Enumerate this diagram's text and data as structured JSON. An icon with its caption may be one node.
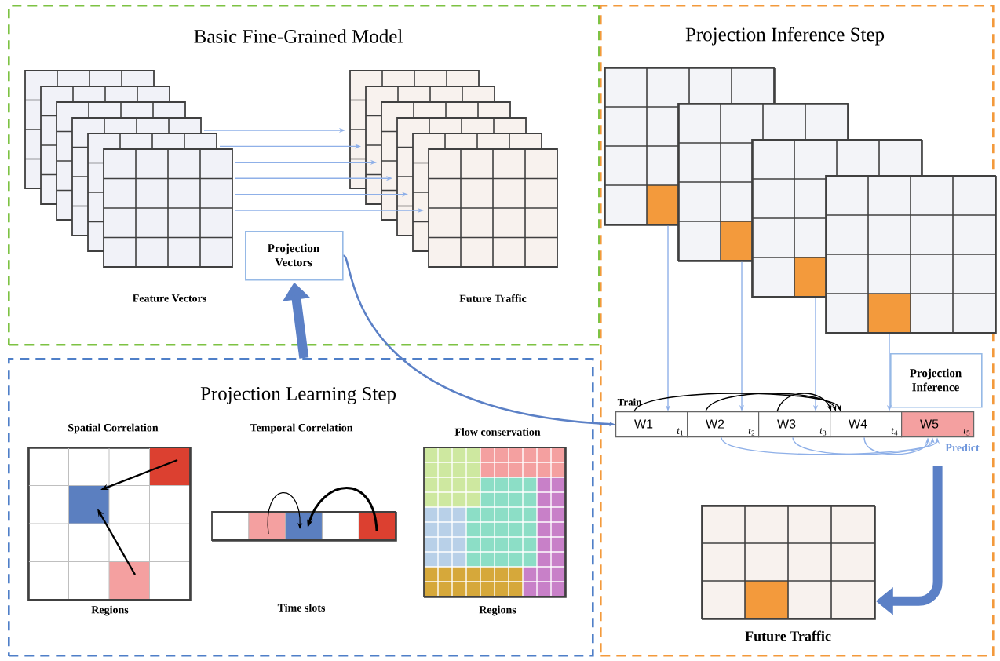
{
  "diagram": {
    "nodes": [
      {
        "text": [
          "Basic Fine-Grained Model"
        ]
      },
      {
        "text": [
          "Feature Vectors"
        ],
        "in": 0
      },
      {
        "text": [
          "Future Traffic"
        ],
        "in": 0
      },
      {
        "text": [
          "Projection Vectors"
        ],
        "in": 0
      },
      {
        "text": [
          "Projection Learning Step"
        ]
      },
      {
        "text": [
          "Spatial Correlation",
          "Regions"
        ],
        "in": 4
      },
      {
        "text": [
          "Temporal Correlation",
          "Time slots"
        ],
        "in": 4
      },
      {
        "text": [
          "Flow conservation",
          "Regions"
        ],
        "in": 4
      },
      {
        "text": [
          "Projection Inference Step"
        ]
      },
      {
        "text": [],
        "shape": "box",
        "in": 8
      },
      {
        "text": [],
        "shape": "box",
        "in": 8
      },
      {
        "text": [],
        "shape": "box",
        "in": 8
      },
      {
        "text": [],
        "shape": "box",
        "in": 8
      },
      {
        "text": [
          "W1",
          "*t*$_{1}$"
        ],
        "in": 8
      },
      {
        "text": [
          "W2",
          "*t*$_{2}$"
        ],
        "in": 8
      },
      {
        "text": [
          "W3",
          "*t*$_{3}$"
        ],
        "in": 8
      },
      {
        "text": [
          "W4",
          "*t*$_{4}$"
        ],
        "in": 8
      },
      {
        "text": [
          "W5",
          "*t*$_{5}$"
        ],
        "in": 8
      },
      {
        "text": [
          "Projection Inference"
        ],
        "in": 8
      },
      {
        "text": [
          "Future Traffic"
        ],
        "in": 8
      }
    ],
    "edges": [
      {
        "from": 1,
        "to": 2,
        "arrow": "to"
      },
      {
        "from": 1,
        "to": 2,
        "arrow": "to"
      },
      {
        "from": 1,
        "to": 2,
        "arrow": "to"
      },
      {
        "from": 1,
        "to": 2,
        "arrow": "to"
      },
      {
        "from": 1,
        "to": 2,
        "arrow": "to"
      },
      {
        "from": 1,
        "to": 2,
        "arrow": "to"
      },
      {
        "from": 4,
        "to": 3,
        "arrow": "to",
        "style": "thick",
        "color": "#5b80c6"
      },
      {
        "from": 3,
        "to": 13,
        "arrow": "to",
        "color": "#5b80c6"
      },
      {
        "from": 9,
        "to": 13,
        "arrow": "to"
      },
      {
        "from": 10,
        "to": 14,
        "arrow": "to"
      },
      {
        "from": 11,
        "to": 15,
        "arrow": "to"
      },
      {
        "from": 12,
        "to": 16,
        "arrow": "to"
      },
      {
        "from": 13,
        "to": 16,
        "arrow": "to",
        "color": "#000000"
      },
      {
        "from": 14,
        "to": 16,
        "arrow": "to",
        "color": "#000000"
      },
      {
        "from": 15,
        "to": 16,
        "arrow": "to",
        "color": "#000000"
      },
      {
        "from": 14,
        "to": 17,
        "arrow": "to"
      },
      {
        "from": 15,
        "to": 17,
        "arrow": "to"
      },
      {
        "from": 16,
        "to": 17,
        "arrow": "to"
      },
      {
        "from": 17,
        "to": 19,
        "arrow": "to",
        "style": "thick",
        "color": "#5b80c6"
      }
    ],
    "labels": [
      "Train",
      "Predict"
    ]
  }
}
